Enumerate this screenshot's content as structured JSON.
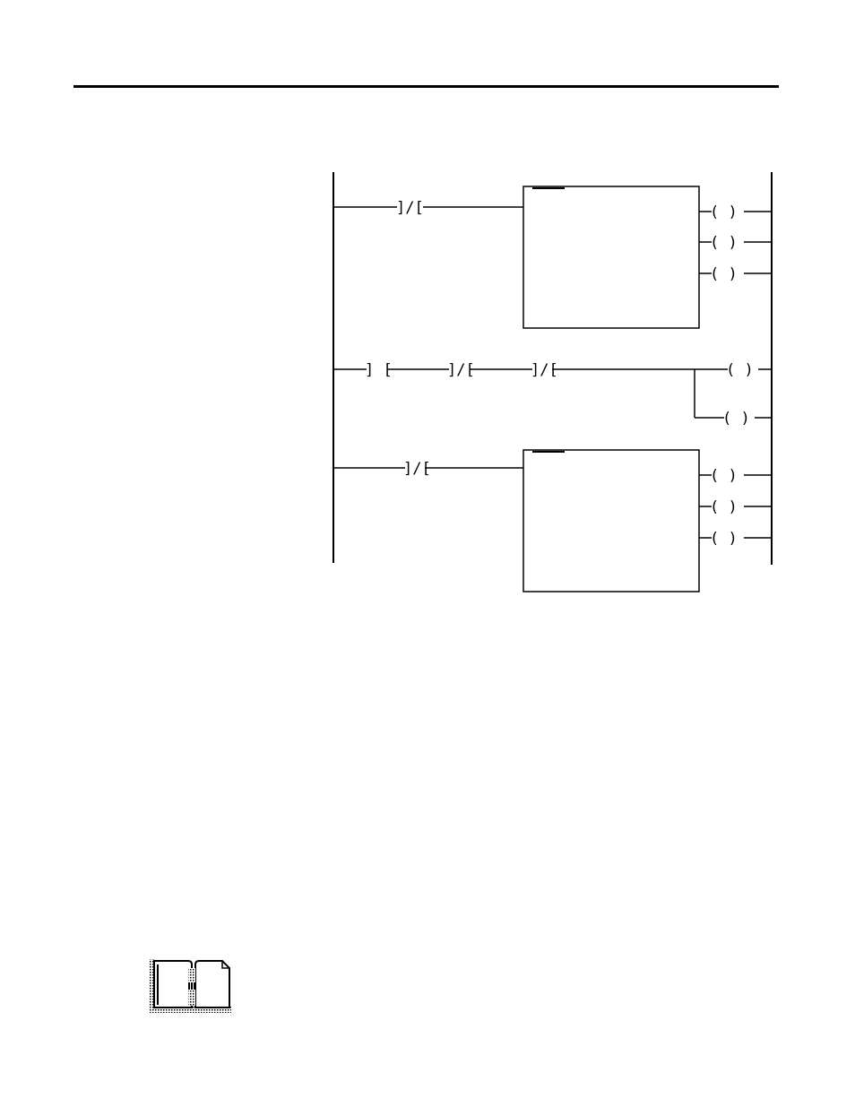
{
  "page": {
    "header_rule": true,
    "note_icon": "book-icon"
  },
  "ladder": {
    "rungs": [
      {
        "inputs": [
          "XIO"
        ],
        "block": true,
        "outputs": [
          "OTE",
          "OTE",
          "OTE"
        ]
      },
      {
        "inputs": [
          "XIC",
          "XIO",
          "XIO"
        ],
        "block": false,
        "outputs": [
          "OTE",
          "OTE"
        ],
        "outputs_branched": true
      },
      {
        "inputs": [
          "XIO"
        ],
        "block": true,
        "outputs": [
          "OTE",
          "OTE",
          "OTE"
        ]
      }
    ]
  }
}
